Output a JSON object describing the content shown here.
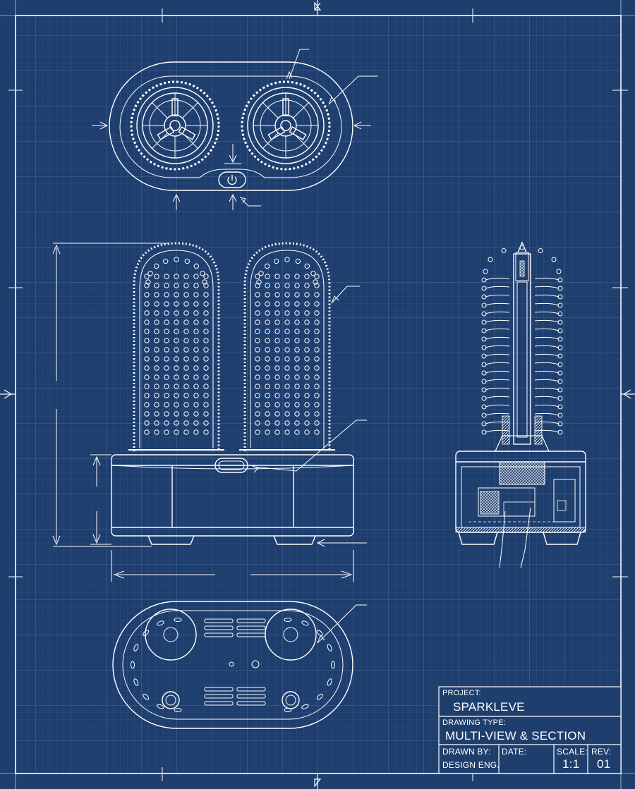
{
  "title_block": {
    "project_label": "PROJECT:",
    "project_value": "SPARKLEVE",
    "drawing_type_label": "DRAWING TYPE:",
    "drawing_type_value": "MULTI-VIEW & SECTION",
    "drawn_by_label": "DRAWN BY:",
    "drawn_by_value": "DESIGN ENG.",
    "date_label": "DATE:",
    "date_value": "",
    "scale_label": "SCALE:",
    "scale_value": "1:1",
    "rev_label": "REV:",
    "rev_value": "01"
  },
  "icons": {
    "power": "power-icon"
  },
  "colors": {
    "background": "#1e3e6e",
    "line": "#ffffff",
    "grid": "#3c5f92"
  }
}
